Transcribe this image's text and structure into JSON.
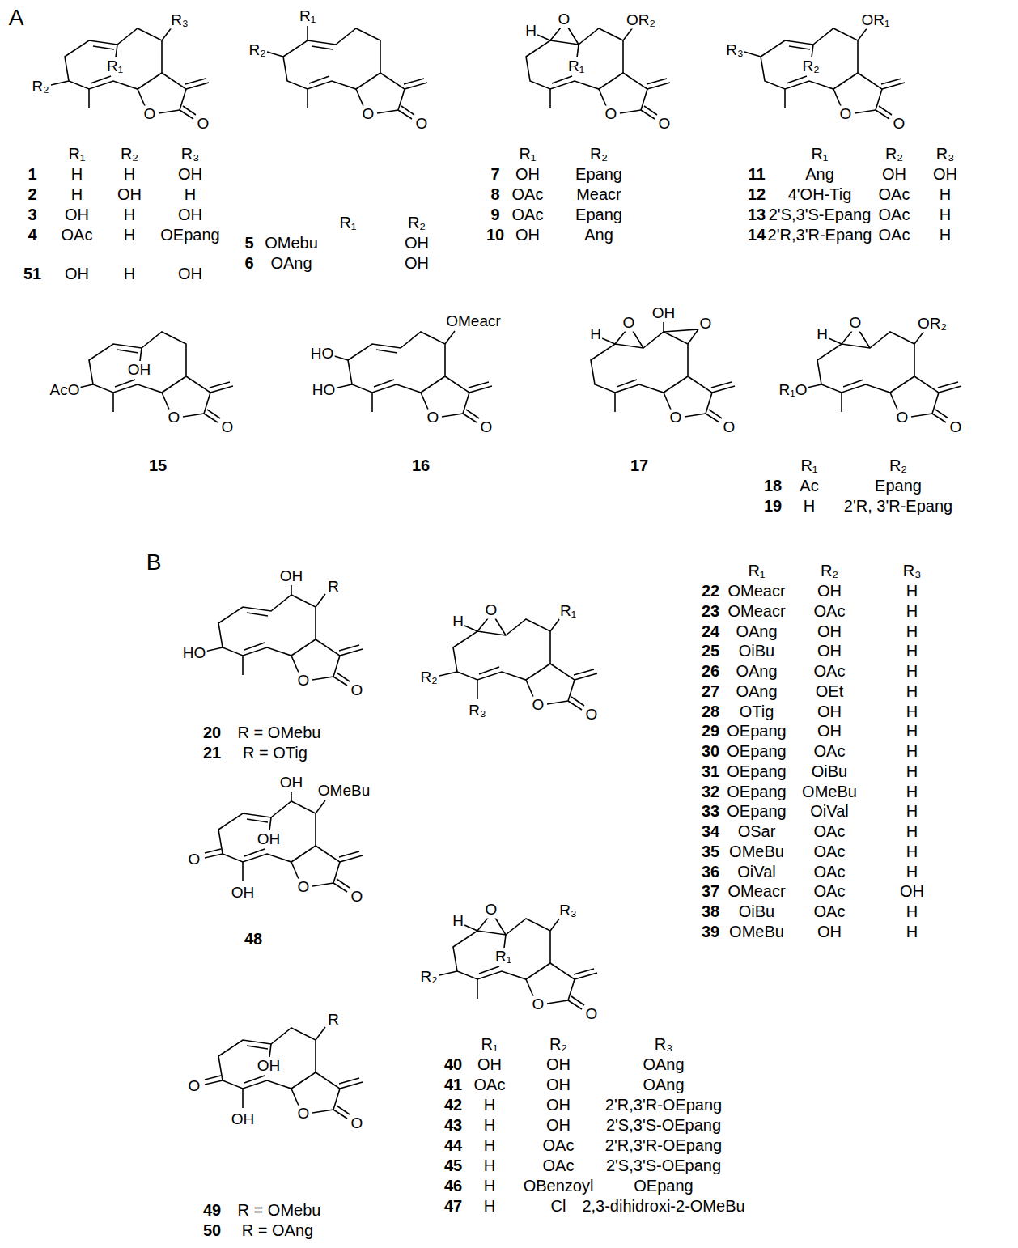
{
  "diagram": {
    "labels": [
      "A",
      "R₃",
      "R₁",
      "R₂",
      "O",
      "O",
      "R₁",
      "R₂",
      "R₃",
      "1",
      "H",
      "H",
      "OH",
      "2",
      "H",
      "OH",
      "H",
      "3",
      "OH",
      "H",
      "OH",
      "4",
      "OAc",
      "H",
      "OEpang",
      "51",
      "OH",
      "H",
      "OH",
      "R₁",
      "R₂",
      "O",
      "O",
      "R₁",
      "R₂",
      "5",
      "OMebu",
      "OH",
      "6",
      "OAng",
      "OH",
      "H",
      "O",
      "OR₂",
      "R₁",
      "O",
      "O",
      "R₁",
      "R₂",
      "7",
      "OH",
      "Epang",
      "8",
      "OAc",
      "Meacr",
      "9",
      "OAc",
      "Epang",
      "10",
      "OH",
      "Ang",
      "R₃",
      "OR₁",
      "R₂",
      "O",
      "O",
      "R₁",
      "R₂",
      "R₃",
      "11",
      "Ang",
      "OH",
      "OH",
      "12",
      "4'OH-Tig",
      "OAc",
      "H",
      "13",
      "2'S,3'S-Epang",
      "OAc",
      "H",
      "14",
      "2'R,3'R-Epang",
      "OAc",
      "H",
      "AcO",
      "OH",
      "O",
      "O",
      "15",
      "HO",
      "HO",
      "OMeacr",
      "O",
      "O",
      "16",
      "H",
      "O",
      "OH",
      "O",
      "O",
      "O",
      "17",
      "H",
      "O",
      "OR₂",
      "R₁O",
      "O",
      "O",
      "R₁",
      "R₂",
      "18",
      "Ac",
      "Epang",
      "19",
      "H",
      "2'R, 3'R-Epang",
      "B",
      "OH",
      "HO",
      "R",
      "O",
      "O",
      "20",
      "R = OMebu",
      "21",
      "R = OTig",
      "OH",
      "OH",
      "OMeBu",
      "O",
      "OH",
      "O",
      "O",
      "48",
      "H",
      "O",
      "R₁",
      "R₂",
      "R₃",
      "O",
      "O",
      "R₁",
      "R₂",
      "R₃",
      "22",
      "OMeacr",
      "OH",
      "H",
      "23",
      "OMeacr",
      "OAc",
      "H",
      "24",
      "OAng",
      "OH",
      "H",
      "25",
      "OiBu",
      "OH",
      "H",
      "26",
      "OAng",
      "OAc",
      "H",
      "27",
      "OAng",
      "OEt",
      "H",
      "28",
      "OTig",
      "OH",
      "H",
      "29",
      "OEpang",
      "OH",
      "H",
      "30",
      "OEpang",
      "OAc",
      "H",
      "31",
      "OEpang",
      "OiBu",
      "H",
      "32",
      "OEpang",
      "OMeBu",
      "H",
      "33",
      "OEpang",
      "OiVal",
      "H",
      "34",
      "OSar",
      "OAc",
      "H",
      "35",
      "OMeBu",
      "OAc",
      "H",
      "36",
      "OiVal",
      "OAc",
      "H",
      "37",
      "OMeacr",
      "OAc",
      "OH",
      "38",
      "OiBu",
      "OAc",
      "H",
      "39",
      "OMeBu",
      "OH",
      "H",
      "H",
      "O",
      "R₃",
      "R₁",
      "R₂",
      "O",
      "O",
      "R₁",
      "R₂",
      "R₃",
      "40",
      "OH",
      "OH",
      "OAng",
      "41",
      "OAc",
      "OH",
      "OAng",
      "42",
      "H",
      "OH",
      "2'R,3'R-OEpang",
      "43",
      "H",
      "OH",
      "2'S,3'S-OEpang",
      "44",
      "H",
      "OAc",
      "2'R,3'R-OEpang",
      "45",
      "H",
      "OAc",
      "2'S,3'S-OEpang",
      "46",
      "H",
      "OBenzoyl",
      "OEpang",
      "47",
      "H",
      "Cl",
      "2,3-dihidroxi-2-OMeBu",
      "O",
      "OH",
      "R",
      "OH",
      "O",
      "O",
      "49",
      "R = OMebu",
      "50",
      "R = OAng"
    ]
  }
}
